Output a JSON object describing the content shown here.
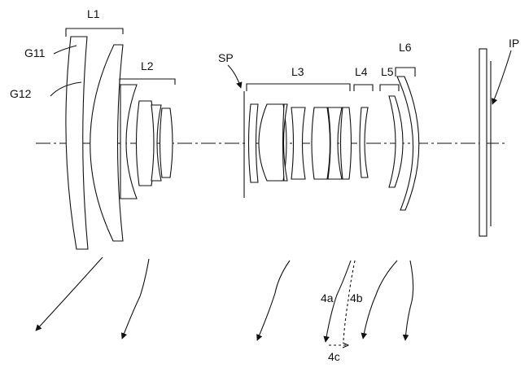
{
  "labels": {
    "l1": "L1",
    "l2": "L2",
    "l3": "L3",
    "l4": "L4",
    "l5": "L5",
    "l6": "L6",
    "sp": "SP",
    "ip": "IP",
    "g11": "G11",
    "g12": "G12",
    "m4a": "4a",
    "m4b": "4b",
    "m4c": "4c"
  }
}
